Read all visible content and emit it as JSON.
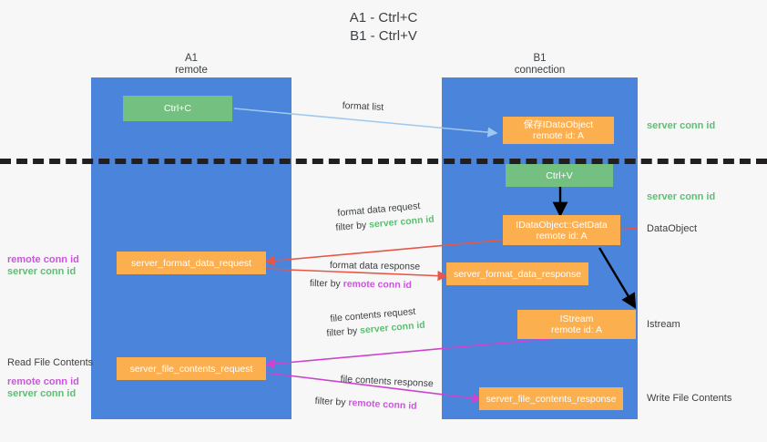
{
  "title": "A1 - Ctrl+C\nB1 - Ctrl+V",
  "lanes": [
    {
      "name": "A1",
      "sub": "remote",
      "header": "A1\nremote"
    },
    {
      "name": "B1",
      "sub": "connection",
      "header": "B1\nconnection"
    }
  ],
  "boxes": {
    "ctrl_c": "Ctrl+C",
    "ctrl_v": "Ctrl+V",
    "save_dataobject": "保存IDataObject\nremote id: A",
    "getdata": "IDataObject::GetData\nremote id: A",
    "istream": "IStream\nremote id: A",
    "server_format_data_request": "server_format_data_request",
    "server_format_data_response": "server_format_data_response",
    "server_file_contents_request": "server_file_contents_request",
    "server_file_contents_response": "server_file_contents_response"
  },
  "edges": {
    "format_list": "format list",
    "format_data_request": "format data request",
    "format_data_response": "format data response",
    "file_contents_request": "file contents request",
    "file_contents_response": "file contents response",
    "filter_by": "filter by ",
    "server_conn_id": "server conn id",
    "remote_conn_id": "remote conn id"
  },
  "side_labels": {
    "right_server_conn_id_top": "server conn id",
    "right_server_conn_id_mid": "server conn id",
    "right_dataobject": "DataObject",
    "right_istream": "Istream",
    "right_write_file_contents": "Write File Contents",
    "left_read_file_contents": "Read File Contents",
    "remote_conn_id": "remote conn id",
    "server_conn_id": "server conn id"
  },
  "colors": {
    "lane": "#4a84db",
    "green_box": "#74c080",
    "orange_box": "#fcaf4f",
    "green_text": "#5cbf72",
    "magenta_text": "#cc55dd",
    "red_arrow": "#e8564a",
    "magenta_arrow": "#cc44cc",
    "blue_arrow": "#9fc8ef",
    "black_arrow": "#000000",
    "background": "#f7f7f7"
  }
}
